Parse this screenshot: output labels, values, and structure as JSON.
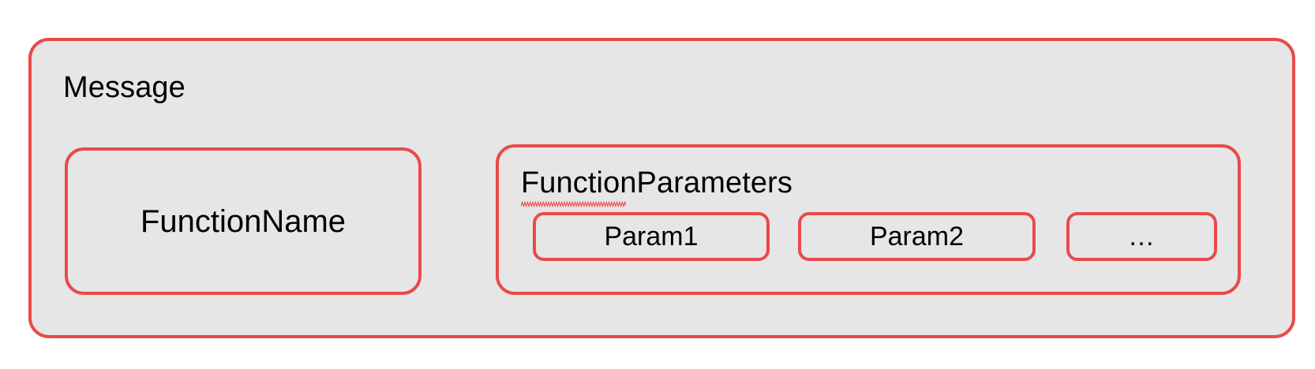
{
  "diagram": {
    "title": "Message",
    "colors": {
      "stroke": "#ea4a4a",
      "fill": "#e6e6e6",
      "text": "#000000",
      "spellcheck": "#ea4a4a",
      "background": "#ffffff"
    },
    "message_box": {
      "label": "Message",
      "children": {
        "function_name_box": {
          "label": "FunctionName"
        },
        "function_parameters_box": {
          "label": "FunctionParameters",
          "label_has_spellcheck_underline": true,
          "params": [
            {
              "label": "Param1"
            },
            {
              "label": "Param2"
            },
            {
              "label": "…"
            }
          ]
        }
      }
    }
  }
}
